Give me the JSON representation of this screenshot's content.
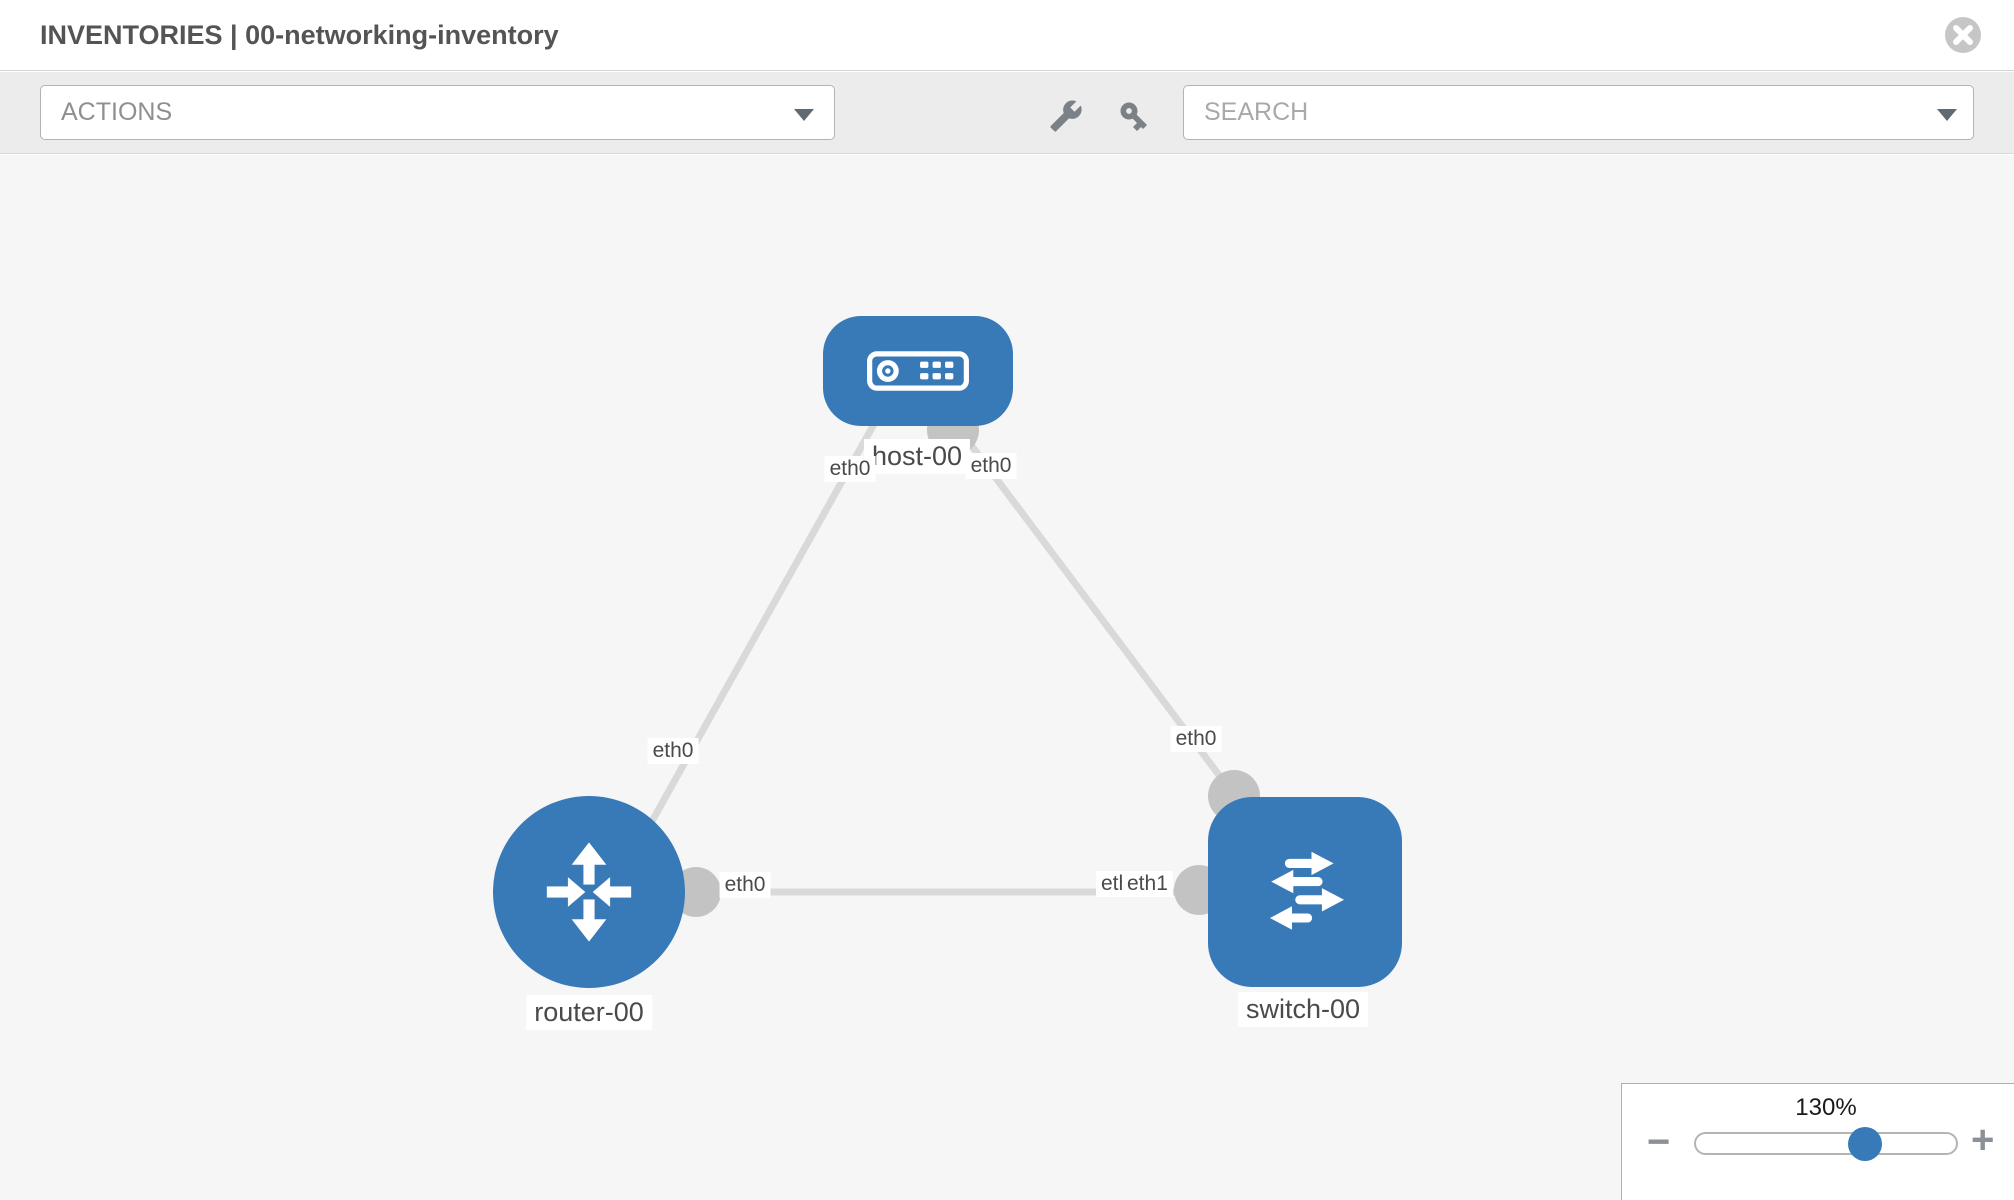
{
  "header": {
    "title": "INVENTORIES | 00-networking-inventory"
  },
  "toolbar": {
    "actions": {
      "placeholder": "ACTIONS"
    },
    "search": {
      "placeholder": "SEARCH"
    },
    "icons": [
      "wrench-icon",
      "key-icon"
    ]
  },
  "topology": {
    "nodes": [
      {
        "label": "host-00",
        "type": "host"
      },
      {
        "label": "router-00",
        "type": "router"
      },
      {
        "label": "switch-00",
        "type": "switch"
      }
    ],
    "links": [
      {
        "from": "host-00",
        "to": "router-00",
        "from_interface": "eth0",
        "to_interface": "eth0"
      },
      {
        "from": "host-00",
        "to": "switch-00",
        "from_interface": "eth0",
        "to_interface": "eth0"
      },
      {
        "from": "router-00",
        "to": "switch-00",
        "from_interface": "eth0",
        "to_interface": "eth1",
        "to_interface_overlapped_label": "eth0"
      }
    ],
    "colors": {
      "node_fill": "#377ab7",
      "connector_fill": "#c3c3c3",
      "link_stroke": "#d9d9d9"
    }
  },
  "zoom_control": {
    "level": "130%",
    "minus_label": "−",
    "plus_label": "+",
    "thumb_color": "#377ab7"
  }
}
